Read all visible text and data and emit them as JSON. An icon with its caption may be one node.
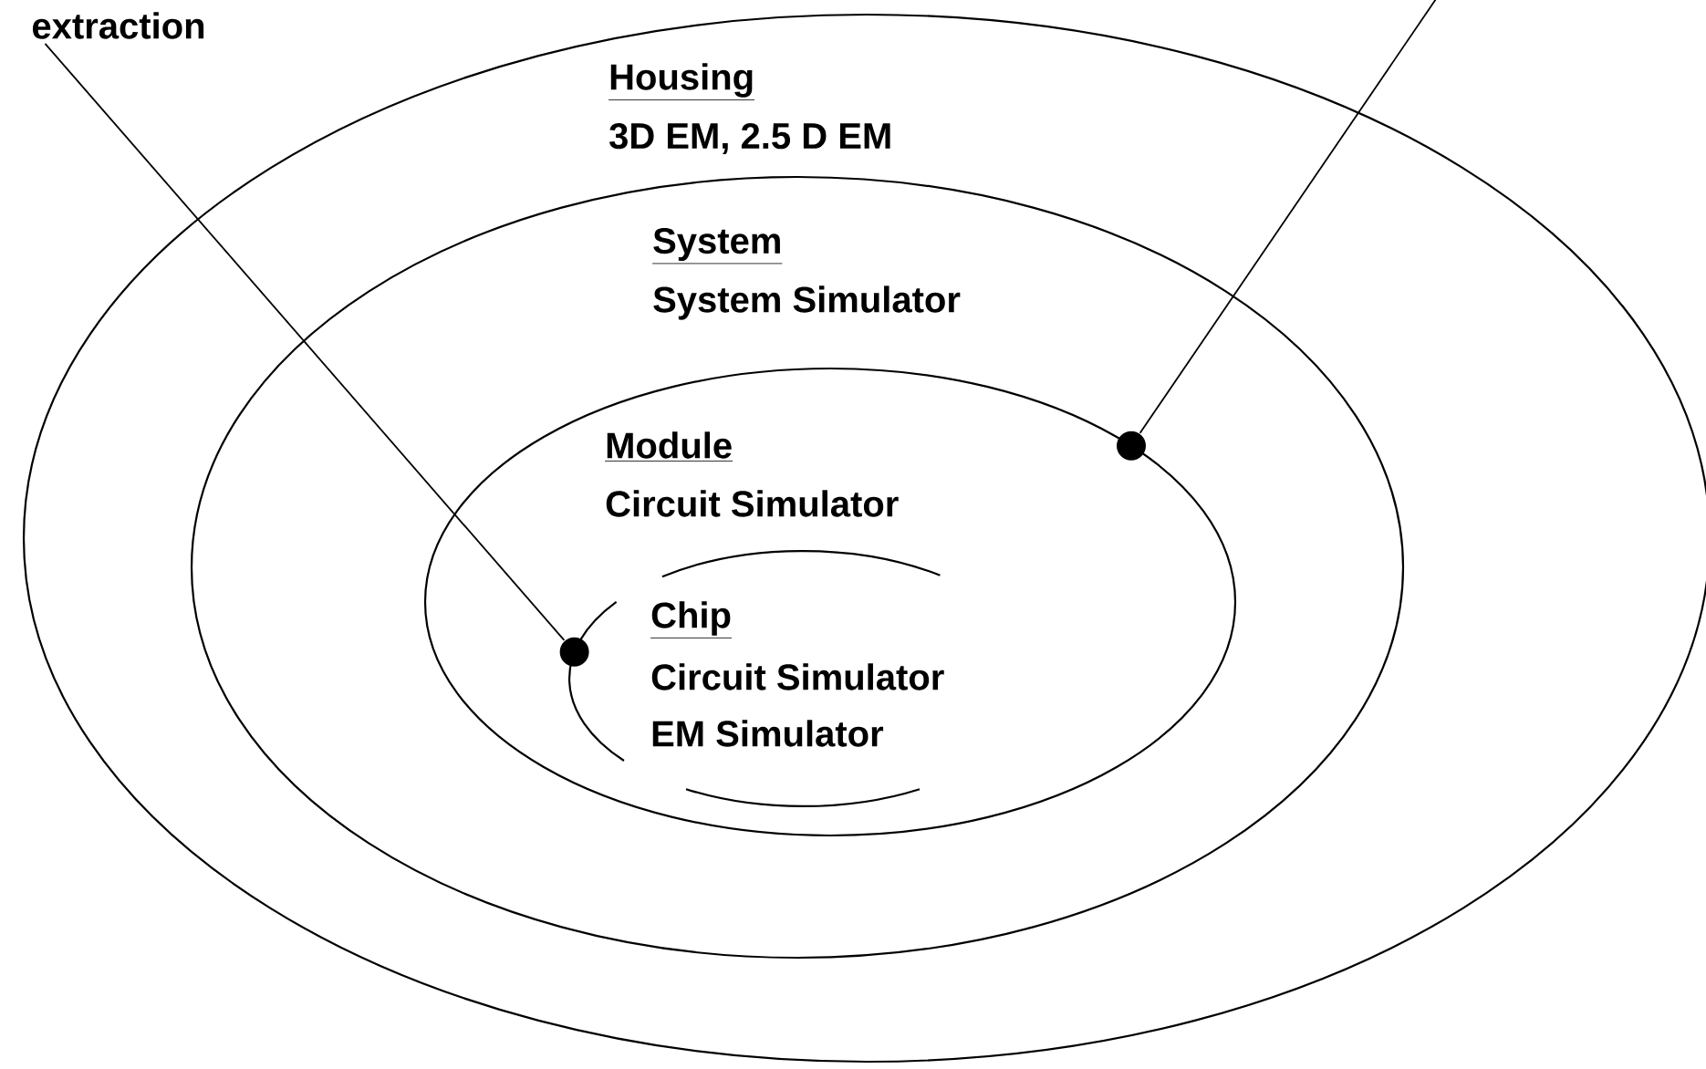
{
  "diagram": {
    "nodes": [
      {
        "text": [
          "Housing",
          "3D EM, 2.5 D EM"
        ]
      },
      {
        "text": [
          "System",
          "System Simulator"
        ],
        "in": 0
      },
      {
        "text": [
          "Module",
          "Circuit Simulator"
        ],
        "in": 1
      },
      {
        "text": [
          "Chip",
          "Circuit Simulator",
          "EM Simulator"
        ],
        "in": 2
      },
      {
        "text": [
          "extraction"
        ]
      },
      {
        "text": [],
        "shape": "circle",
        "in": 2
      },
      {
        "text": [],
        "shape": "circle",
        "in": 1
      }
    ],
    "edges": [
      {
        "from": 4,
        "to": 5,
        "arrow": "none"
      },
      {
        "from": null,
        "to": 6,
        "arrow": "none"
      }
    ]
  }
}
